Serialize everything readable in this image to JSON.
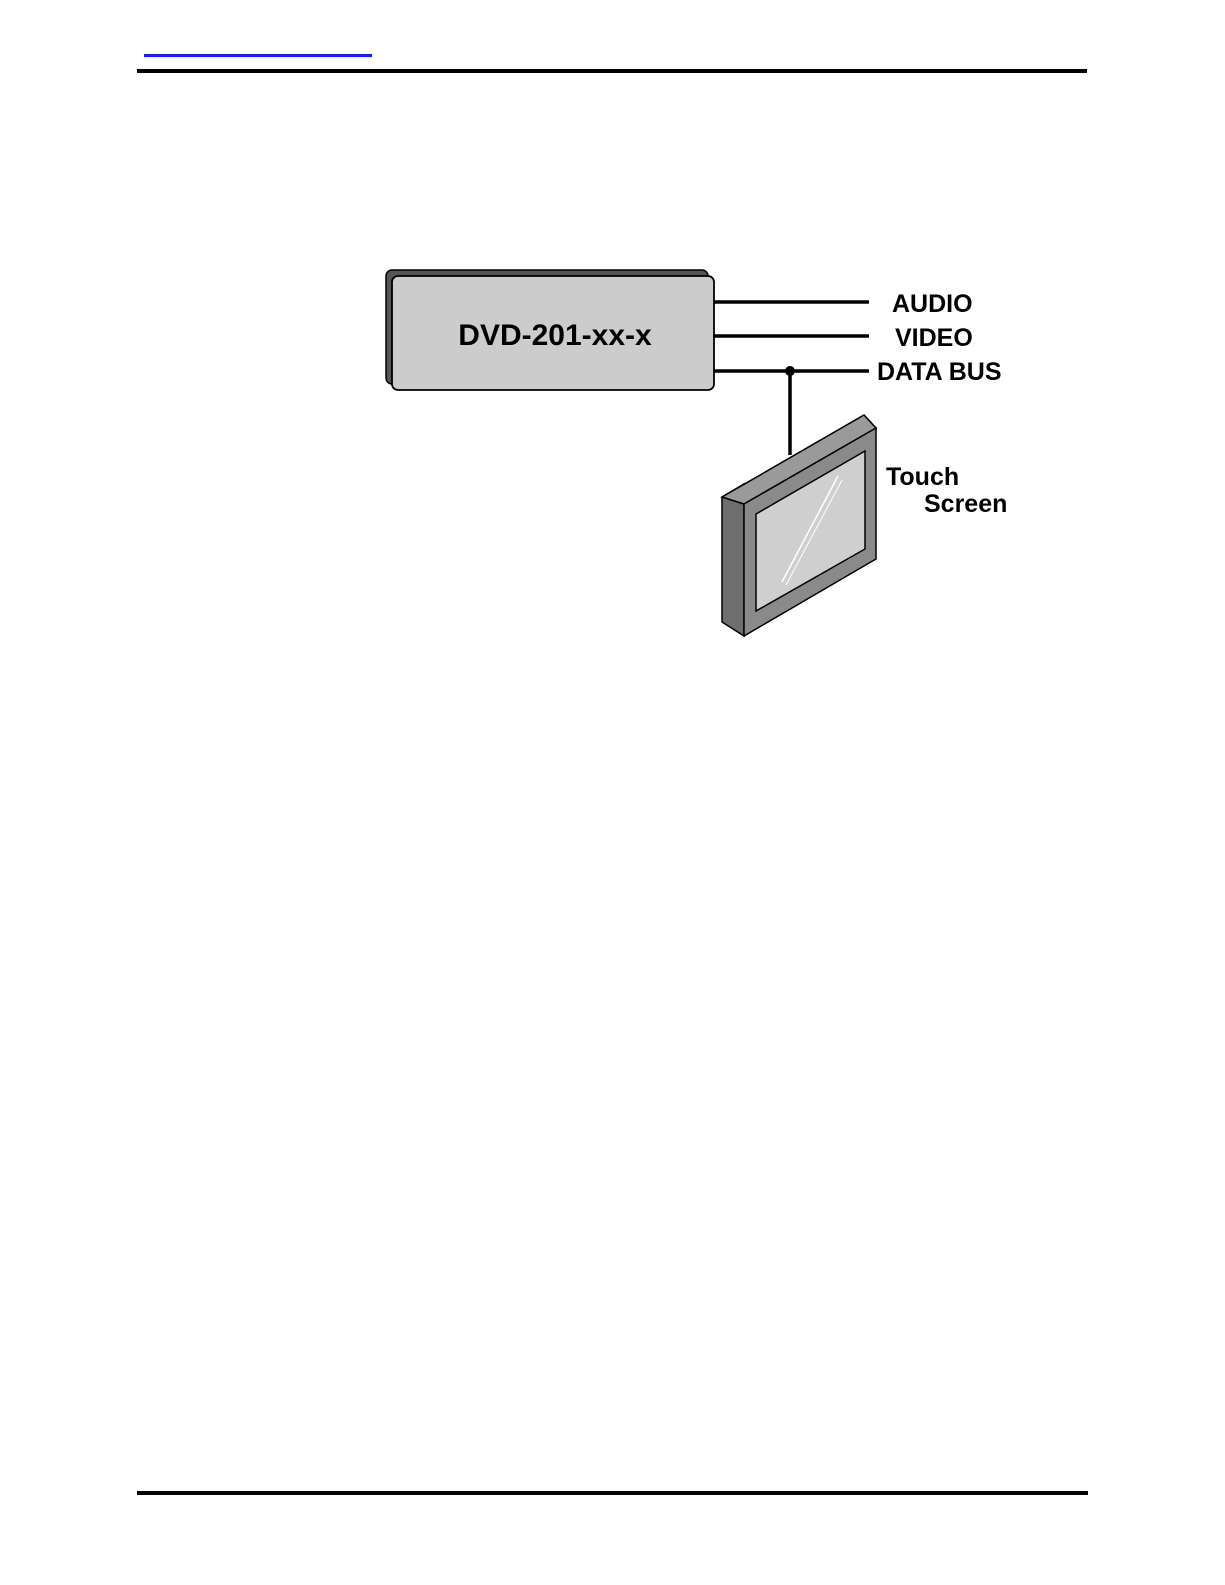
{
  "diagram": {
    "device_label": "DVD-201-xx-x",
    "outputs": {
      "audio": "AUDIO",
      "video": "VIDEO",
      "data_bus": "DATA BUS"
    },
    "touch_screen": {
      "line1": "Touch",
      "line2": "Screen"
    }
  },
  "colors": {
    "header_link": "#1a1aff",
    "device_fill": "#cccccc",
    "device_shadow": "#555555",
    "screen_frame": "#8a8a8a",
    "screen_frame_dark": "#555555",
    "screen_glass": "#cfcfcf"
  }
}
